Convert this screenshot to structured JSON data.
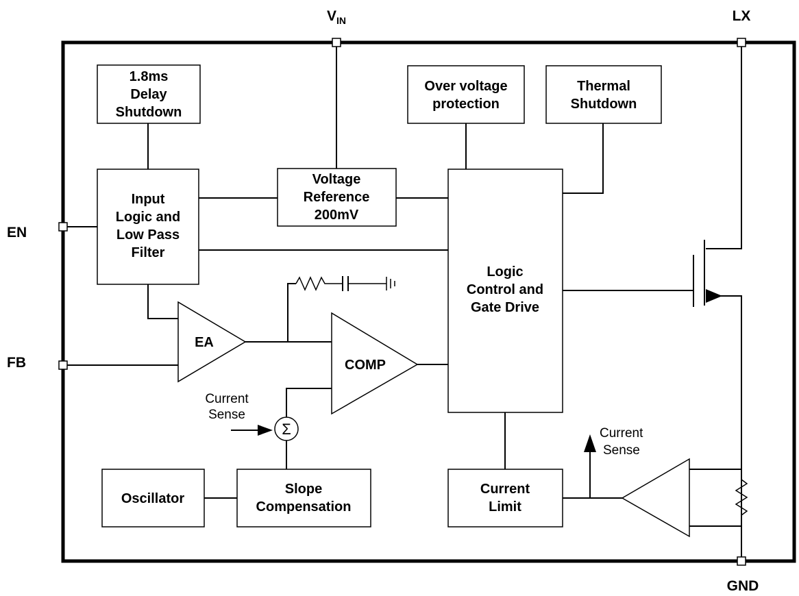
{
  "pins": {
    "vin_main": "V",
    "vin_sub": "IN",
    "lx": "LX",
    "en": "EN",
    "fb": "FB",
    "gnd": "GND"
  },
  "blocks": {
    "delay_shutdown": [
      "1.8ms",
      "Delay",
      "Shutdown"
    ],
    "over_voltage": [
      "Over voltage",
      "protection"
    ],
    "thermal_shutdown": [
      "Thermal",
      "Shutdown"
    ],
    "input_logic": [
      "Input",
      "Logic and",
      "Low Pass",
      "Filter"
    ],
    "voltage_reference": [
      "Voltage",
      "Reference",
      "200mV"
    ],
    "logic_control": [
      "Logic",
      "Control and",
      "Gate Drive"
    ],
    "oscillator": "Oscillator",
    "slope_compensation": [
      "Slope",
      "Compensation"
    ],
    "current_limit": [
      "Current",
      "Limit"
    ]
  },
  "amplifiers": {
    "error_amp": "EA",
    "comparator": "COMP"
  },
  "annotations": {
    "current_sense_left": [
      "Current",
      "Sense"
    ],
    "current_sense_right": [
      "Current",
      "Sense"
    ],
    "summing_symbol": "Σ"
  }
}
